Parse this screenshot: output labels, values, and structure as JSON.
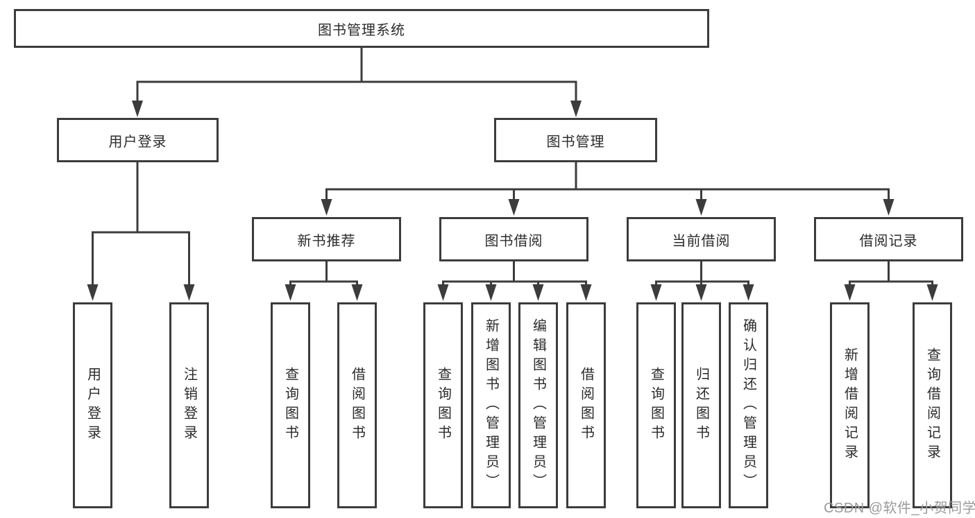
{
  "colors": {
    "line": "#3c3c3c",
    "text": "#2b2b2b",
    "watermark": "#9b9b9b"
  },
  "tree": {
    "root": {
      "label": "图书管理系统",
      "children": [
        {
          "label": "用户登录",
          "children": [
            {
              "label": "用户登录"
            },
            {
              "label": "注销登录"
            }
          ]
        },
        {
          "label": "图书管理",
          "children": [
            {
              "label": "新书推荐",
              "children": [
                {
                  "label": "查询图书"
                },
                {
                  "label": "借阅图书"
                }
              ]
            },
            {
              "label": "图书借阅",
              "children": [
                {
                  "label": "查询图书"
                },
                {
                  "label": "新增图书（管理员）"
                },
                {
                  "label": "编辑图书（管理员）"
                },
                {
                  "label": "借阅图书"
                }
              ]
            },
            {
              "label": "当前借阅",
              "children": [
                {
                  "label": "查询图书"
                },
                {
                  "label": "归还图书"
                },
                {
                  "label": "确认归还（管理员）"
                }
              ]
            },
            {
              "label": "借阅记录",
              "children": [
                {
                  "label": "新增借阅记录"
                },
                {
                  "label": "查询借阅记录"
                }
              ]
            }
          ]
        }
      ]
    }
  },
  "watermark": {
    "text": "CSDN @软件_小贺同学"
  }
}
